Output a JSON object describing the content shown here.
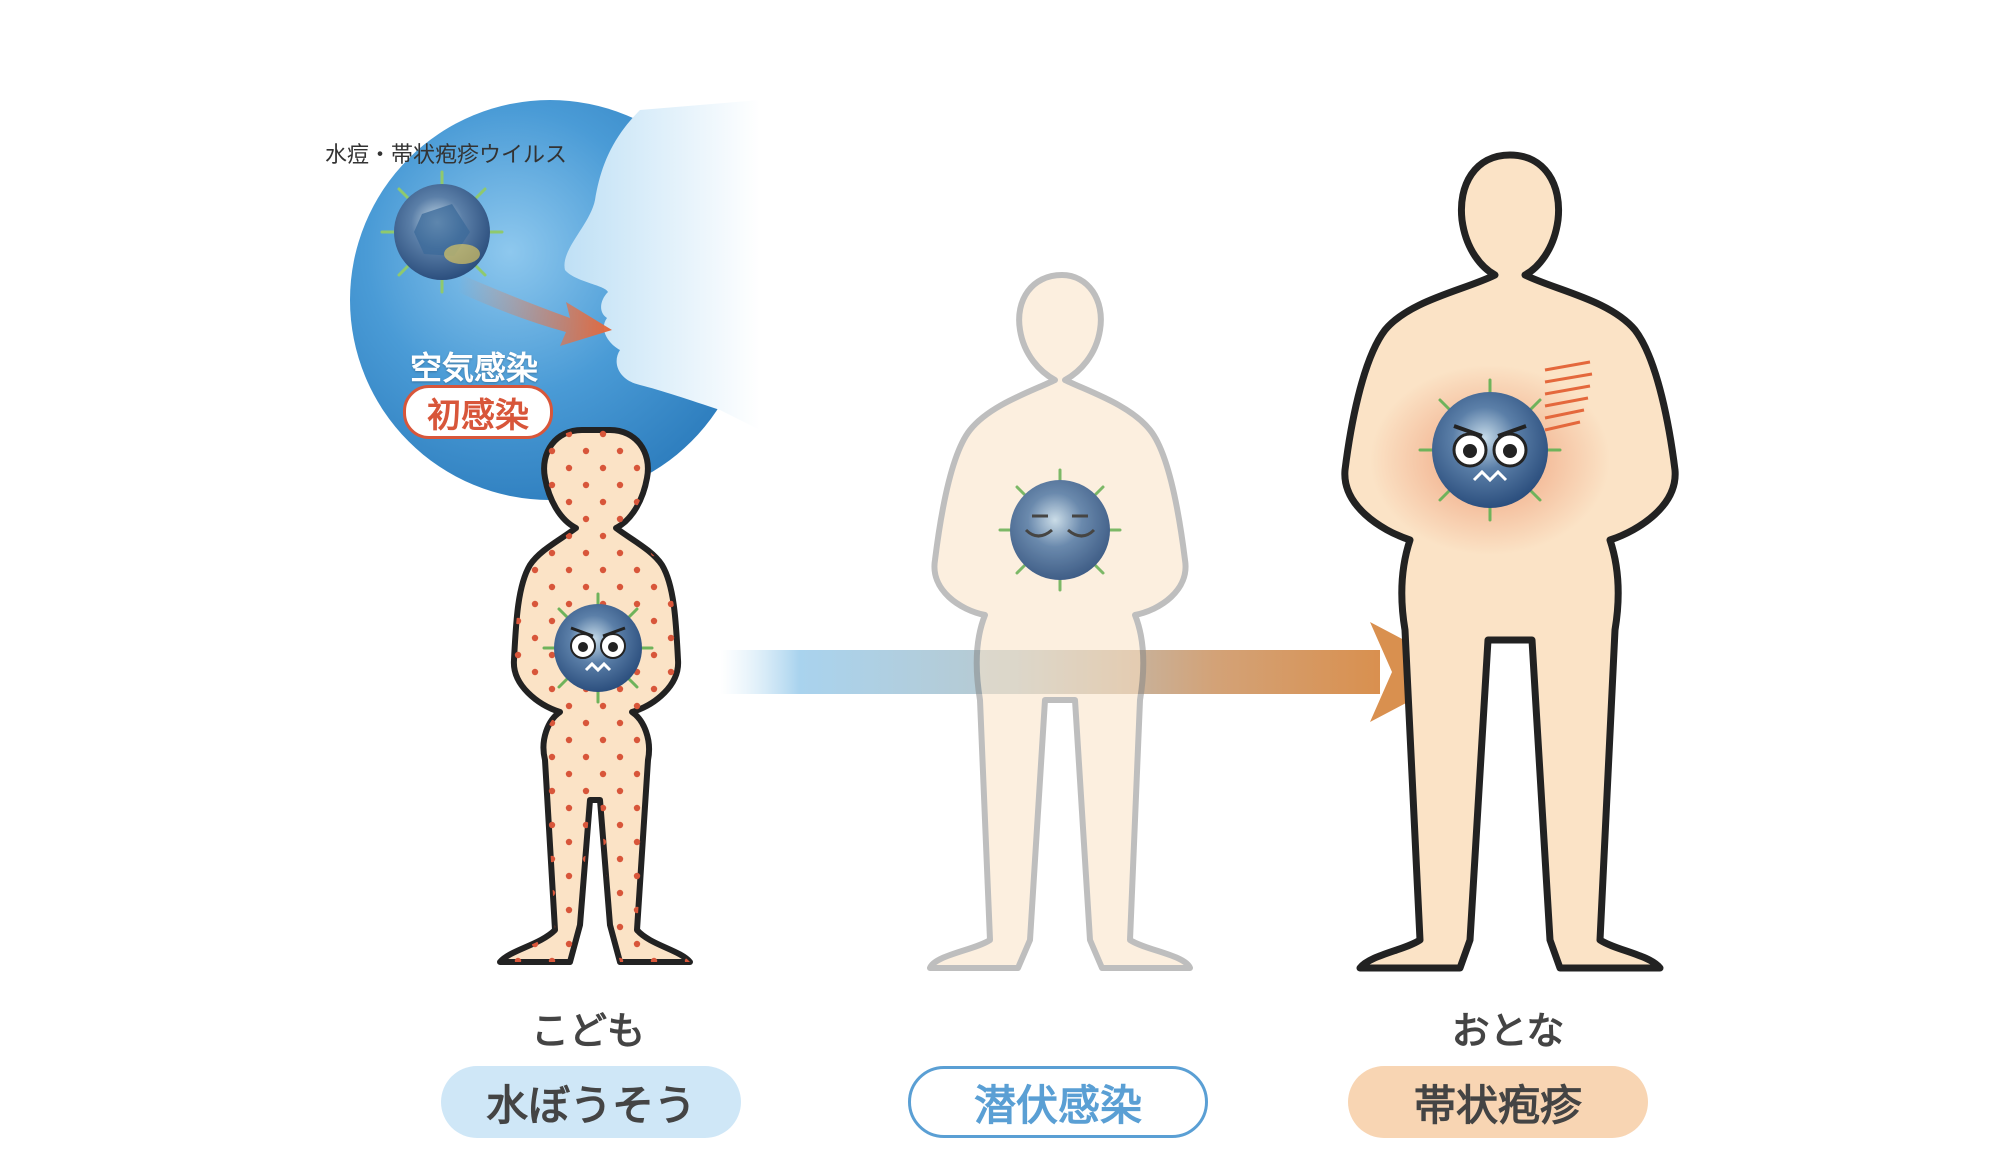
{
  "bubble": {
    "virus_label": "水痘・帯状疱疹ウイルス",
    "transmission": "空気感染",
    "stage_badge": "初感染"
  },
  "stages": [
    {
      "person": "こども",
      "label": "水ぼうそう",
      "pill_bg": "#cfe7f7",
      "pill_text": "#444444"
    },
    {
      "person": "",
      "label": "潜伏感染",
      "pill_bg": "#ffffff",
      "pill_text": "#5a9fd4",
      "pill_border": "#5a9fd4"
    },
    {
      "person": "おとな",
      "label": "帯状疱疹",
      "pill_bg": "#f8d5b3",
      "pill_text": "#444444"
    }
  ],
  "colors": {
    "skin": "#fbe3c6",
    "outline": "#222222",
    "rash": "#d8563a",
    "bubble": "#3f92cf",
    "arrow_start": "#a9d3ee",
    "arrow_end": "#d9904f"
  },
  "icons": [
    "virus-icon",
    "face-silhouette-icon",
    "transmission-arrow-icon"
  ]
}
